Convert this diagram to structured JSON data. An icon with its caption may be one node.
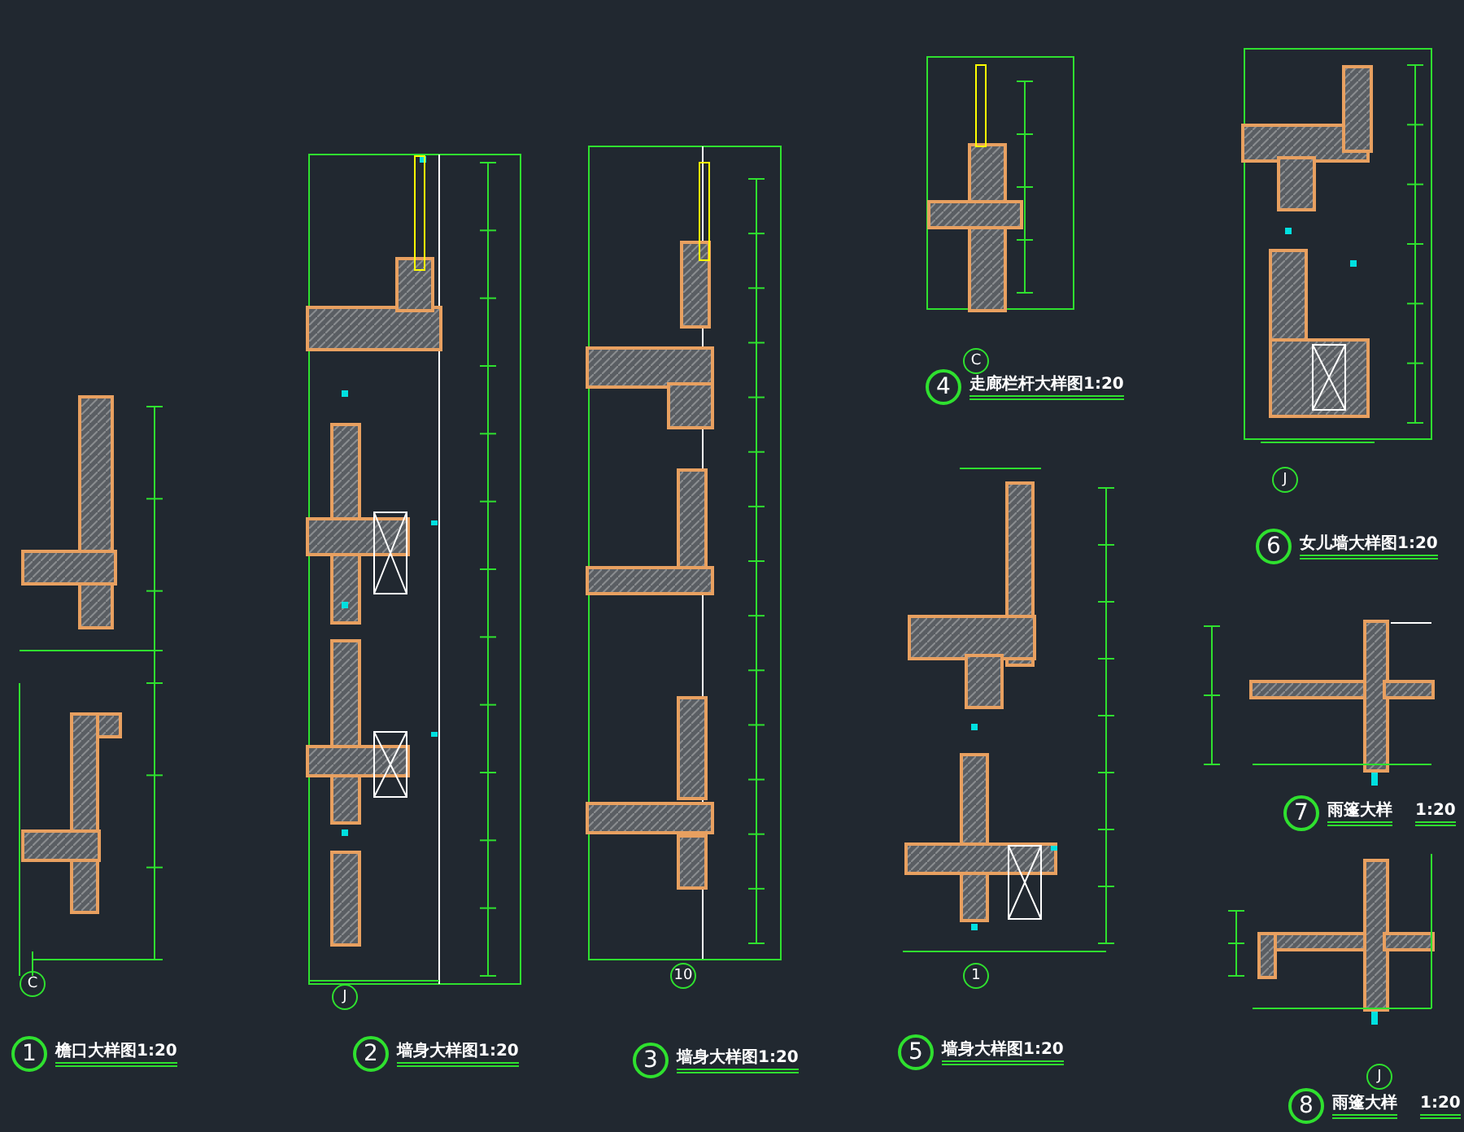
{
  "diagram": {
    "nodes": [
      {
        "text": [
          "1"
        ],
        "beside": [
          "檐口大样图1:20"
        ]
      },
      {
        "text": [
          "2"
        ],
        "beside": [
          "墙身大样图1:20"
        ]
      },
      {
        "text": [
          "3"
        ],
        "beside": [
          "墙身大样图1:20"
        ]
      },
      {
        "text": [
          "4"
        ],
        "beside": [
          "走廊栏杆大样图1:20"
        ]
      },
      {
        "text": [
          "5"
        ],
        "beside": [
          "墙身大样图1:20"
        ]
      },
      {
        "text": [
          "6"
        ],
        "beside": [
          "女儿墙大样图1:20"
        ]
      },
      {
        "text": [
          "7"
        ],
        "beside": [
          "雨篷大样",
          "1:20"
        ]
      },
      {
        "text": [
          "8"
        ],
        "beside": [
          "雨篷大样",
          "1:20"
        ]
      },
      {
        "text": [
          "C"
        ]
      },
      {
        "text": [
          "J"
        ]
      },
      {
        "text": [
          "10"
        ]
      },
      {
        "text": [
          "C"
        ]
      },
      {
        "text": [
          "1"
        ]
      },
      {
        "text": [
          "J"
        ]
      },
      {
        "text": [
          "J"
        ]
      }
    ],
    "edges": []
  }
}
